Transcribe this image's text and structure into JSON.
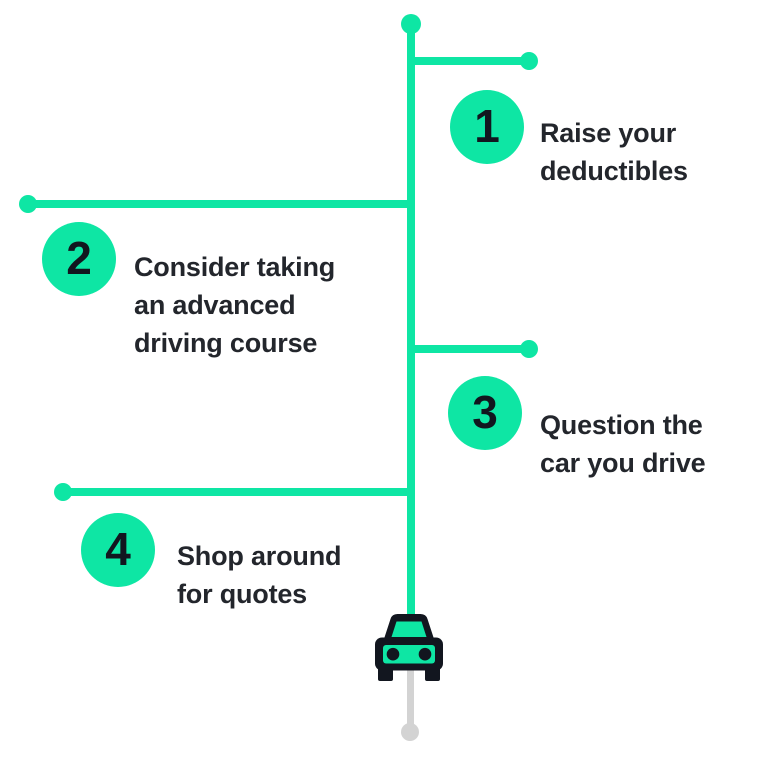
{
  "infographic": {
    "description": "Four numbered tips arranged on a vertical green timeline ending at a car icon",
    "steps": [
      {
        "number": "1",
        "side": "right",
        "lines": [
          "Raise your",
          "deductibles"
        ]
      },
      {
        "number": "2",
        "side": "left",
        "lines": [
          "Consider taking",
          "an advanced",
          "driving course"
        ]
      },
      {
        "number": "3",
        "side": "right",
        "lines": [
          "Question the",
          "car you drive"
        ]
      },
      {
        "number": "4",
        "side": "left",
        "lines": [
          "Shop around",
          "for quotes"
        ]
      }
    ],
    "icons": {
      "car": "car-front-icon"
    }
  },
  "colors": {
    "green": "#0ee6a4",
    "dark": "#12161f",
    "text": "#23262c",
    "gray": "#d3d3d3",
    "background": "#ffffff"
  }
}
